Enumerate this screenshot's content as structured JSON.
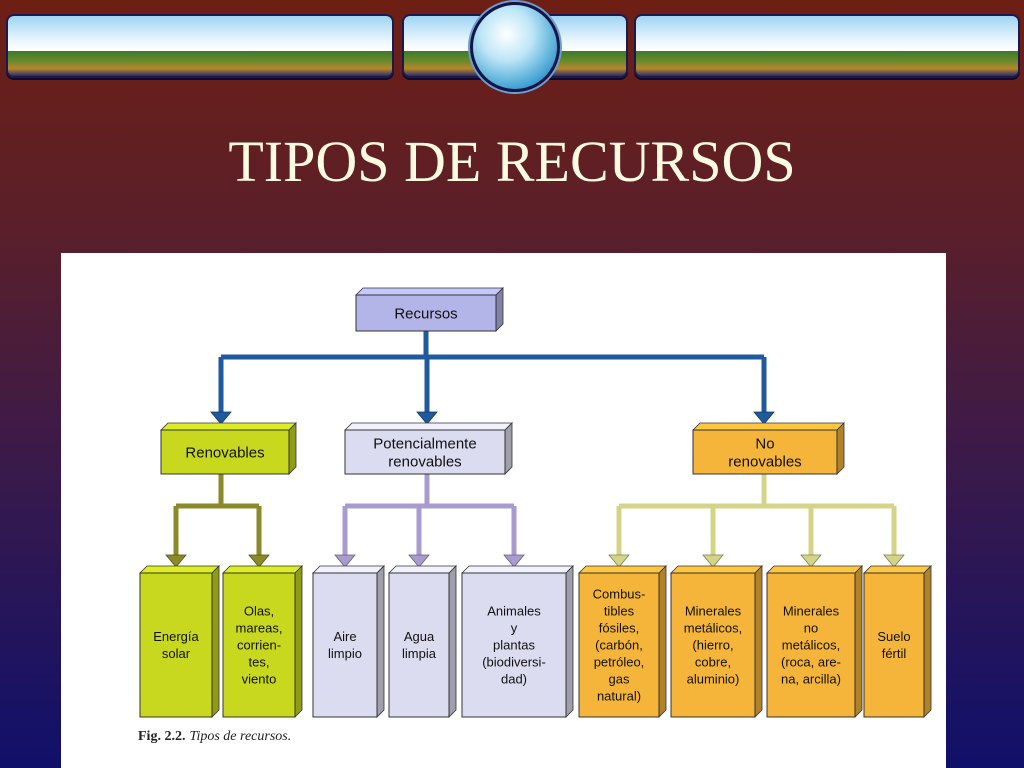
{
  "slide": {
    "title": "TIPOS DE RECURSOS"
  },
  "diagram": {
    "root": "Recursos",
    "categories": [
      {
        "id": "renovables",
        "lines": [
          "Renovables"
        ],
        "children": [
          [
            "Energía",
            "solar"
          ],
          [
            "Olas,",
            "mareas,",
            "corrien-",
            "tes,",
            "viento"
          ]
        ]
      },
      {
        "id": "potenciales",
        "lines": [
          "Potencialmente",
          "renovables"
        ],
        "children": [
          [
            "Aire",
            "limpio"
          ],
          [
            "Agua",
            "limpia"
          ],
          [
            "Animales",
            "y",
            "plantas",
            "(biodiversi-",
            "dad)"
          ]
        ]
      },
      {
        "id": "no-renovables",
        "lines": [
          "No",
          "renovables"
        ],
        "children": [
          [
            "Combus-",
            "tibles",
            "fósiles,",
            "(carbón,",
            "petróleo,",
            "gas",
            "natural)"
          ],
          [
            "Minerales",
            "metálicos,",
            "(hierro,",
            "cobre,",
            "aluminio)"
          ],
          [
            "Minerales",
            "no",
            "metálicos,",
            "(roca, are-",
            "na, arcilla)"
          ],
          [
            "Suelo",
            "fértil"
          ]
        ]
      }
    ],
    "caption": {
      "label": "Fig. 2.2.",
      "text": "Tipos de recursos."
    }
  },
  "colors": {
    "root": "#b3b5e8",
    "renovables": "#c8d81e",
    "potenciales": "#dcdcf0",
    "no_renovables": "#f5b53a",
    "arrow_root": "#1f5a9e",
    "arrow_renovables": "#8a8a2a",
    "arrow_potenciales": "#a99bd0",
    "arrow_no_renovables": "#d4d488"
  }
}
